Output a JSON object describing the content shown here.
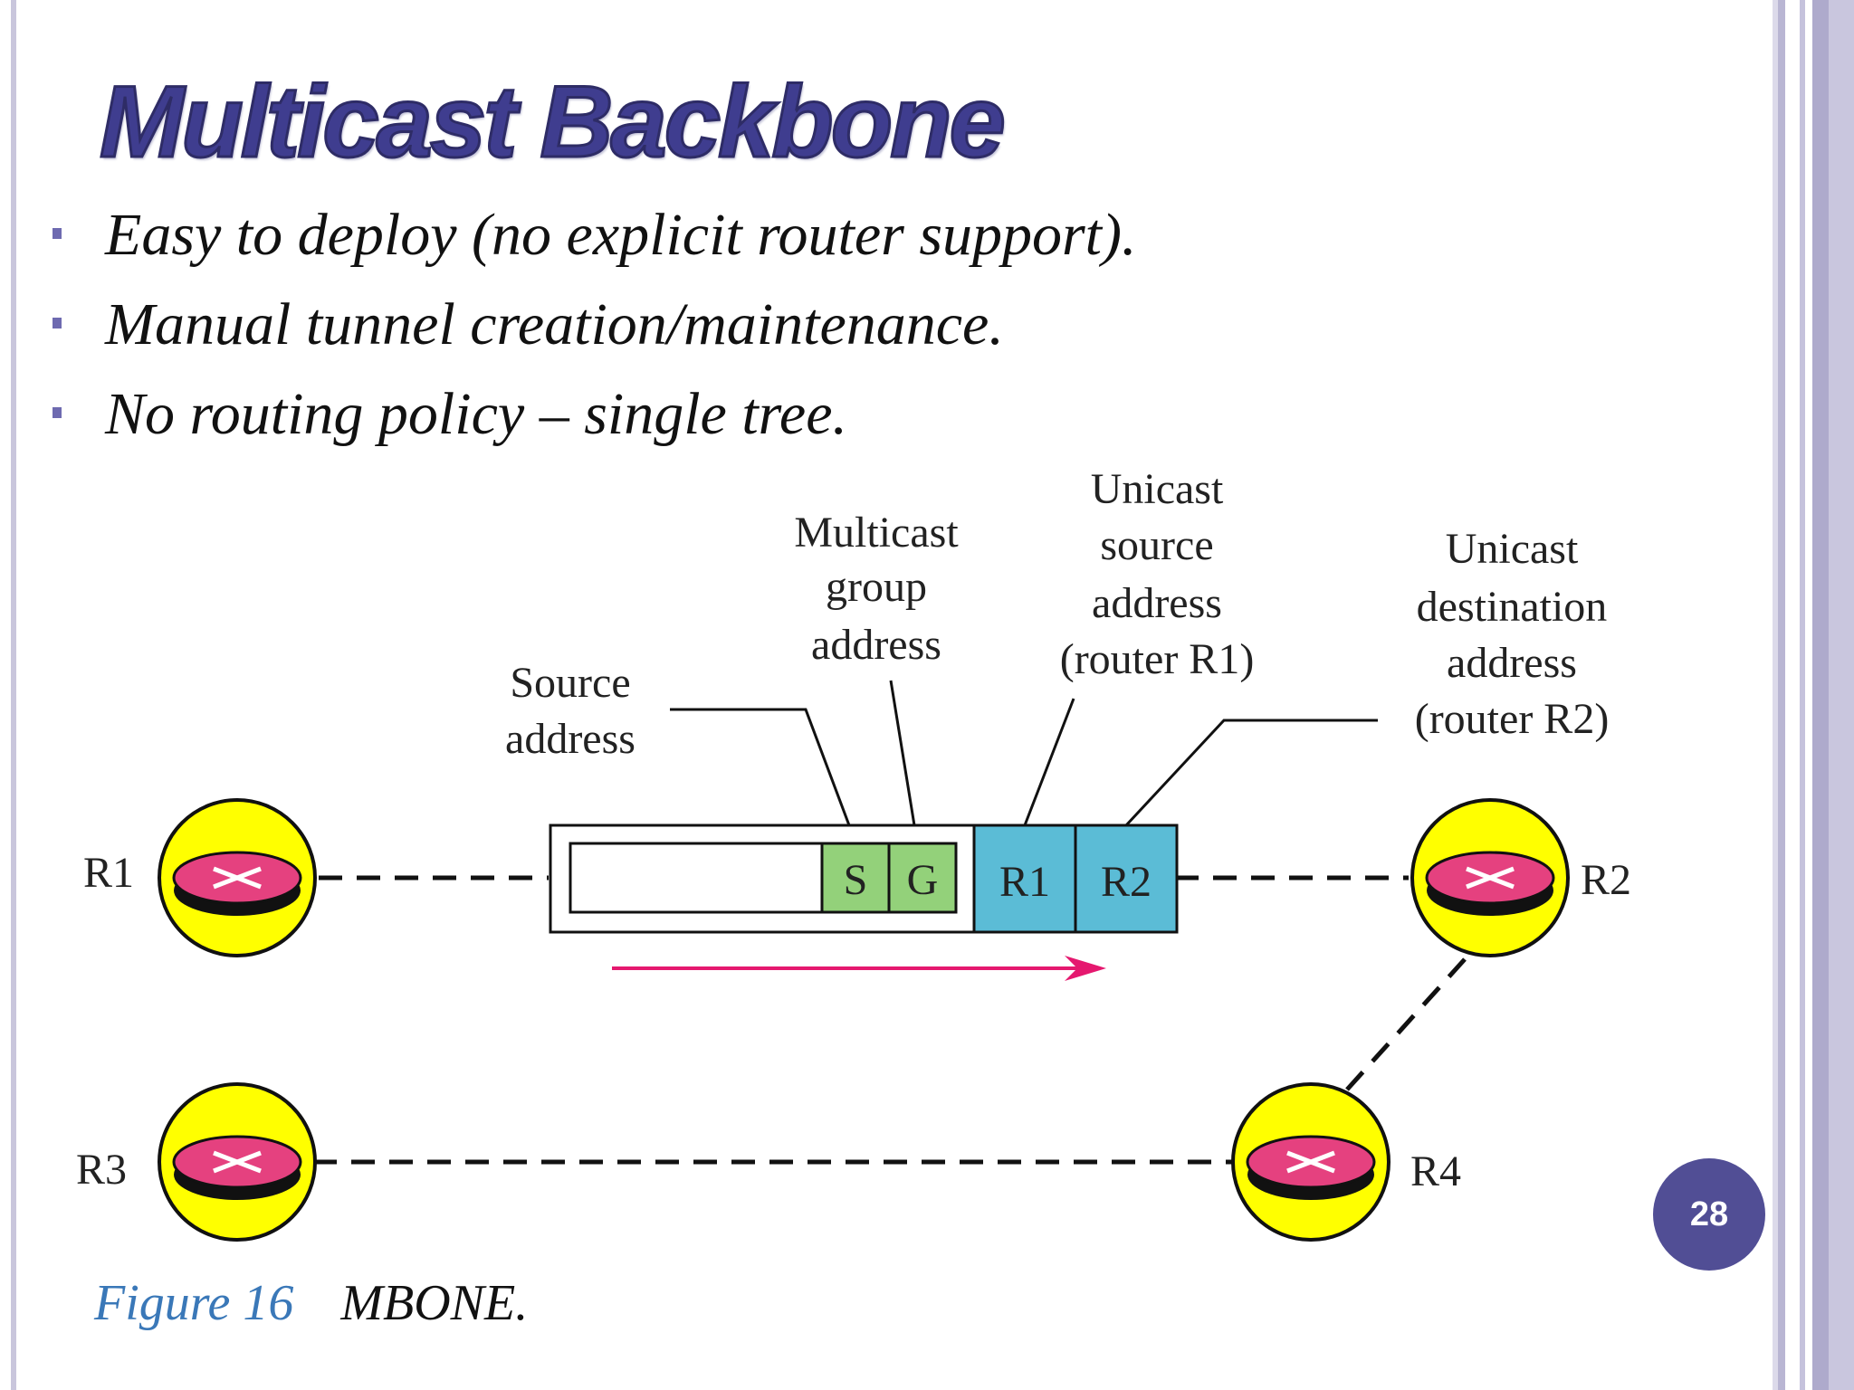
{
  "slide": {
    "title": "Multicast Backbone",
    "bullets": [
      "Easy to deploy (no explicit router support).",
      "Manual tunnel creation/maintenance.",
      "No routing policy – single tree."
    ],
    "page_number": "28"
  },
  "diagram": {
    "routers": [
      "R1",
      "R2",
      "R3",
      "R4"
    ],
    "packet_fields": {
      "inner": [
        "S",
        "G"
      ],
      "outer": [
        "R1",
        "R2"
      ]
    },
    "callouts": {
      "source_address": [
        "Source",
        "address"
      ],
      "multicast_group": [
        "Multicast",
        "group",
        "address"
      ],
      "unicast_source": [
        "Unicast",
        "source",
        "address",
        "(router R1)"
      ],
      "unicast_destination": [
        "Unicast",
        "destination",
        "address",
        "(router R2)"
      ]
    },
    "colors": {
      "router_fill": "#ffff00",
      "router_disc": "#e5417f",
      "inner_header": "#93d17a",
      "outer_header": "#5bbcd6",
      "flow_arrow": "#e5186f"
    }
  },
  "caption": {
    "number": "Figure 16",
    "title": "MBONE."
  },
  "theme": {
    "title_color": "#3f3d8f",
    "badge_color": "#514e95",
    "caption_color": "#3a78b8"
  }
}
